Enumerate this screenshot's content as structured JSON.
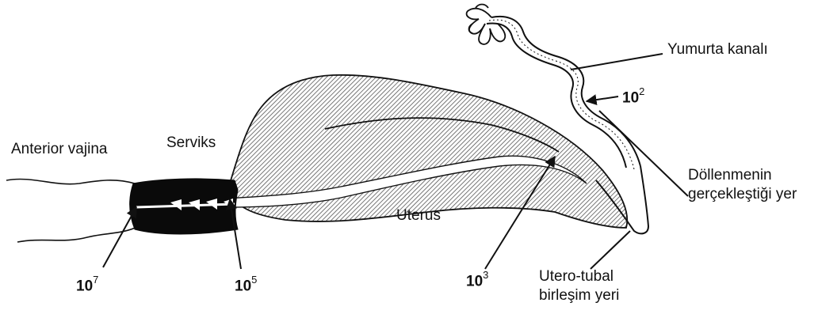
{
  "labels": {
    "anterior_vajina": "Anterior vajina",
    "serviks": "Serviks",
    "uterus": "Uterus",
    "yumurta_kanali": "Yumurta kanalı",
    "dollenme_line1": "Döllenmenin",
    "dollenme_line2": "gerçekleştiği yer",
    "utero_tubal_line1": "Utero-tubal",
    "utero_tubal_line2": "birleşim yeri"
  },
  "counts": [
    {
      "id": "vagina",
      "base": "10",
      "exp": "7"
    },
    {
      "id": "cervix",
      "base": "10",
      "exp": "5"
    },
    {
      "id": "uterus",
      "base": "10",
      "exp": "3"
    },
    {
      "id": "oviduct",
      "base": "10",
      "exp": "2"
    }
  ],
  "colors": {
    "ink": "#111111",
    "hatch": "#555555",
    "cervix_fill": "#0a0a0a",
    "background": "#ffffff"
  }
}
